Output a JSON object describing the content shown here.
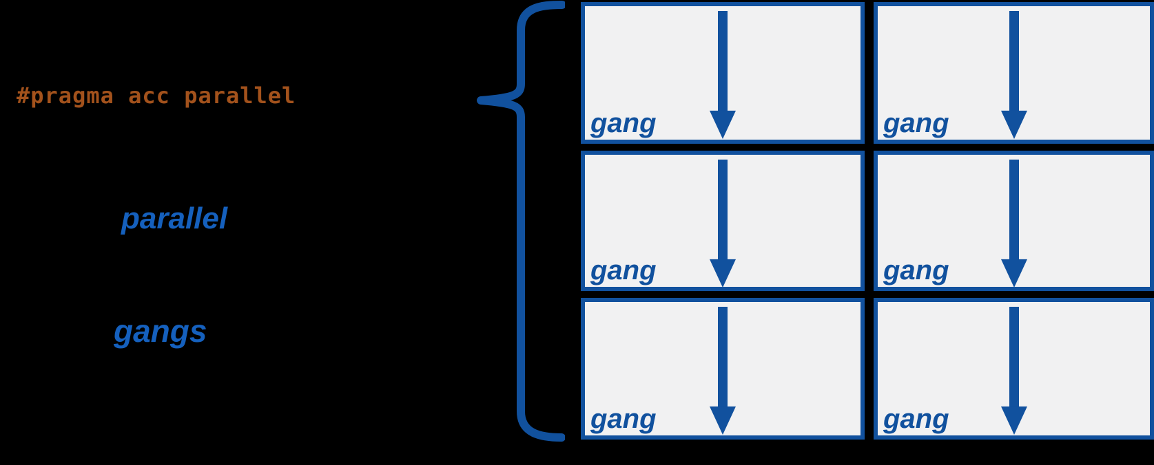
{
  "background_color": "#000000",
  "colors": {
    "pragma_text": "#a3521c",
    "label_blue": "#1560bd",
    "box_blue": "#11519e",
    "box_fill": "#f1f1f2"
  },
  "pragma": {
    "text": "#pragma acc parallel"
  },
  "left_labels": {
    "parallel": "parallel",
    "gangs": "gangs"
  },
  "grid": {
    "columns": 2,
    "rows": 3,
    "boxes": [
      {
        "label": "gang"
      },
      {
        "label": "gang"
      },
      {
        "label": "gang"
      },
      {
        "label": "gang"
      },
      {
        "label": "gang"
      },
      {
        "label": "gang"
      }
    ]
  }
}
